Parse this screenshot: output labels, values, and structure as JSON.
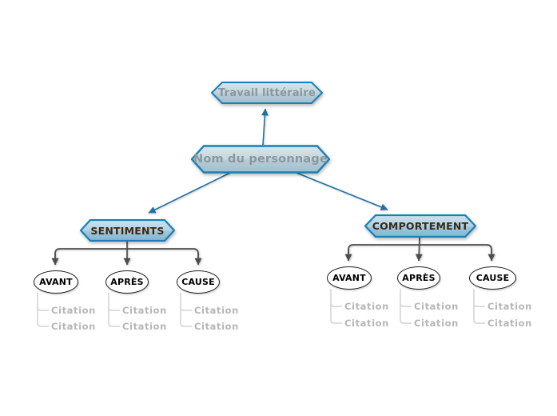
{
  "diagram": {
    "root": {
      "label": "Travail littéraire"
    },
    "main": {
      "label": "Nom du personnage"
    },
    "branches": [
      {
        "label": "SENTIMENTS",
        "children": [
          {
            "label": "AVANT",
            "citations": [
              "Citation",
              "Citation"
            ]
          },
          {
            "label": "APRÈS",
            "citations": [
              "Citation",
              "Citation"
            ]
          },
          {
            "label": "CAUSE",
            "citations": [
              "Citation",
              "Citation"
            ]
          }
        ]
      },
      {
        "label": "COMPORTEMENT",
        "children": [
          {
            "label": "AVANT",
            "citations": [
              "Citation",
              "Citation"
            ]
          },
          {
            "label": "APRÈS",
            "citations": [
              "Citation",
              "Citation"
            ]
          },
          {
            "label": "CAUSE",
            "citations": [
              "Citation",
              "Citation"
            ]
          }
        ]
      }
    ],
    "colors": {
      "hex_border": "#1880b6",
      "blue_connector": "#1e72a3",
      "tree_connector": "#4d4d4d",
      "citation_line": "#d2d2d2",
      "citation_text": "#b6b6b6",
      "muted_label": "#8b979e",
      "branch_label": "#3b2817"
    }
  }
}
